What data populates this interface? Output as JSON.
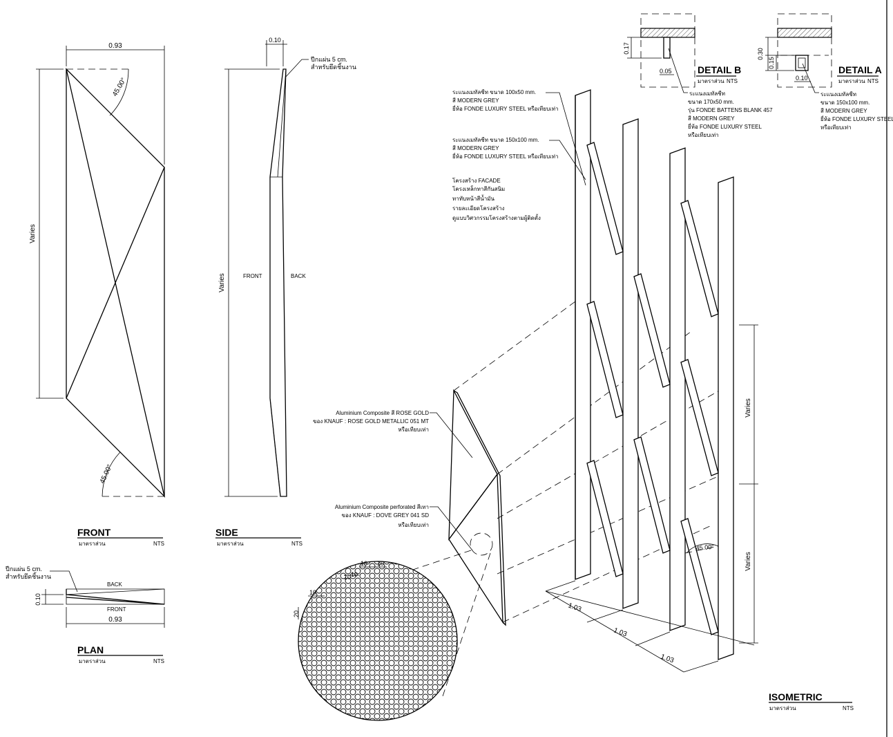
{
  "front": {
    "title": "FRONT",
    "scale_label": "มาตราส่วน",
    "scale_value": "NTS",
    "width_dim": "0.93",
    "height_dim": "Varies",
    "angle_top": "45.00°",
    "angle_bottom": "45.00°"
  },
  "side": {
    "title": "SIDE",
    "scale_label": "มาตราส่วน",
    "scale_value": "NTS",
    "thickness_dim": "0.10",
    "height_dim": "Varies",
    "front_label": "FRONT",
    "back_label": "BACK",
    "note_line1": "ปีกแผ่น 5 cm.",
    "note_line2": "สำหรับยึดชิ้นงาน"
  },
  "plan": {
    "title": "PLAN",
    "scale_label": "มาตราส่วน",
    "scale_value": "NTS",
    "width_dim": "0.93",
    "thickness_dim": "0.10",
    "back_label": "BACK",
    "front_label": "FRONT",
    "note_line1": "ปีกแผ่น 5 cm.",
    "note_line2": "สำหรับยึดชิ้นงาน"
  },
  "detail_b": {
    "title": "DETAIL B",
    "scale_label": "มาตราส่วน",
    "scale_value": "NTS",
    "height_dim": "0.17",
    "width_dim": "0.05",
    "note": [
      "ระแนงเมทัลชีท",
      "ขนาด 170x50 mm.",
      "รุ่น FONDE BATTENS BLANK 457",
      "สี MODERN GREY",
      "ยี่ห้อ FONDE LUXURY STEEL",
      "หรือเทียบเท่า"
    ]
  },
  "detail_a": {
    "title": "DETAIL A",
    "scale_label": "มาตราส่วน",
    "scale_value": "NTS",
    "height_dim_outer": "0.30",
    "height_dim_inner": "0.15",
    "width_dim": "0.10",
    "note": [
      "ระแนงเมทัลชีท",
      "ขนาด 150x100 mm.",
      "สี MODERN GREY",
      "ยี่ห้อ FONDE LUXURY STEEL",
      "หรือเทียบเท่า"
    ]
  },
  "isometric": {
    "title": "ISOMETRIC",
    "scale_label": "มาตราส่วน",
    "scale_value": "NTS",
    "note_batten_100x50": [
      "ระแนงเมทัลชีท ขนาด 100x50 mm.",
      "สี MODERN GREY",
      "ยี่ห้อ FONDE LUXURY STEEL หรือเทียบเท่า"
    ],
    "note_batten_150x100": [
      "ระแนงเมทัลชีท ขนาด 150x100 mm.",
      "สี MODERN GREY",
      "ยี่ห้อ FONDE LUXURY STEEL หรือเทียบเท่า"
    ],
    "note_structure": [
      "โครงสร้าง FACADE",
      "โครงเหล็กทาสีกันสนิม",
      "ทาทับหน้าสีน้ำมัน",
      "รายละเอียดโครงสร้าง",
      "ดูแบบวิศวกรรมโครงสร้างตามผู้ติดตั้ง"
    ],
    "note_acp_rose": [
      "Aluminium Composite สี ROSE GOLD",
      "ของ KNAUF : ROSE GOLD METALLIC 051 MT",
      "หรือเทียบเท่า"
    ],
    "note_acp_perf": [
      "Aluminium Composite perforated สีเทา",
      "ของ KNAUF : DOVE GREY 041 SD",
      "หรือเทียบเท่า"
    ],
    "spacing_dims": [
      "1.03",
      "1.03",
      "1.03"
    ],
    "varies_upper": "Varies",
    "varies_lower": "Varies",
    "angle": "45.00°",
    "perf_dims": [
      "10",
      "10",
      "10",
      "10",
      "10",
      "20"
    ]
  }
}
